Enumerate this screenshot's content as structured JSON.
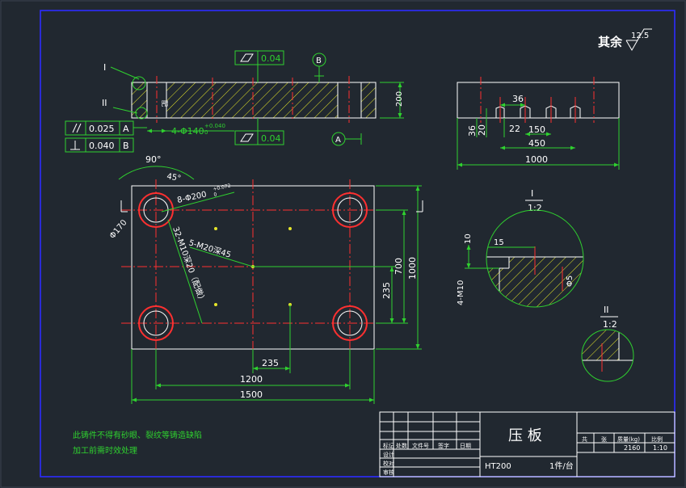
{
  "roughness": {
    "label": "其余",
    "value": "12.5"
  },
  "datums": {
    "a": "A",
    "b": "B"
  },
  "views": {
    "section_marks": {
      "i": "I",
      "ii": "II"
    },
    "front_tol_flat": "0.04",
    "front_tol_flat2": "0.04",
    "front_dim_200": "200",
    "front_holes": "4-Φ140",
    "front_holes_upper": "+0.040",
    "front_holes_lower": "0",
    "parallel_value": "0.025",
    "parallel_datum": "A",
    "perp_value": "0.040",
    "perp_datum": "B",
    "angle_90": "90°",
    "angle_45": "45°",
    "ring_label": "8-Φ200",
    "ring_tol": "+0.072",
    "ring_tol_lower": "0",
    "phi170": "Φ170",
    "m10_label": "32-M10深20（配做）",
    "m20_label": "5-M20深45",
    "dim_700": "700",
    "dim_1000v": "1000",
    "dim_235v": "235",
    "dim_235h": "235",
    "dim_1200": "1200",
    "dim_1500": "1500",
    "side_36top": "36",
    "side_36": "36",
    "side_20": "20",
    "side_22": "22",
    "side_150": "150",
    "side_450": "450",
    "side_1000": "1000",
    "detail_i_roman": "I",
    "detail_i_scale": "1:2",
    "detail_ii_roman": "II",
    "detail_ii_scale": "1:2",
    "detail_10": "10",
    "detail_15": "15",
    "detail_m10": "4-M10",
    "detail_phi5": "Φ5"
  },
  "notes": {
    "line1": "此铸件不得有砂眼、裂纹等铸造缺陷",
    "line2": "加工前需时效处理"
  },
  "title_block": {
    "part_name": "压  板",
    "material": "HT200",
    "quantity": "1件/台",
    "headers": [
      "标记",
      "处数",
      "文件号",
      "签字",
      "日期"
    ],
    "roles": [
      "设计",
      "校对",
      "审核"
    ],
    "info_headers": [
      "共",
      "张",
      "质量(kg)",
      "比例"
    ],
    "weight": "2160",
    "scale": "1:10"
  }
}
